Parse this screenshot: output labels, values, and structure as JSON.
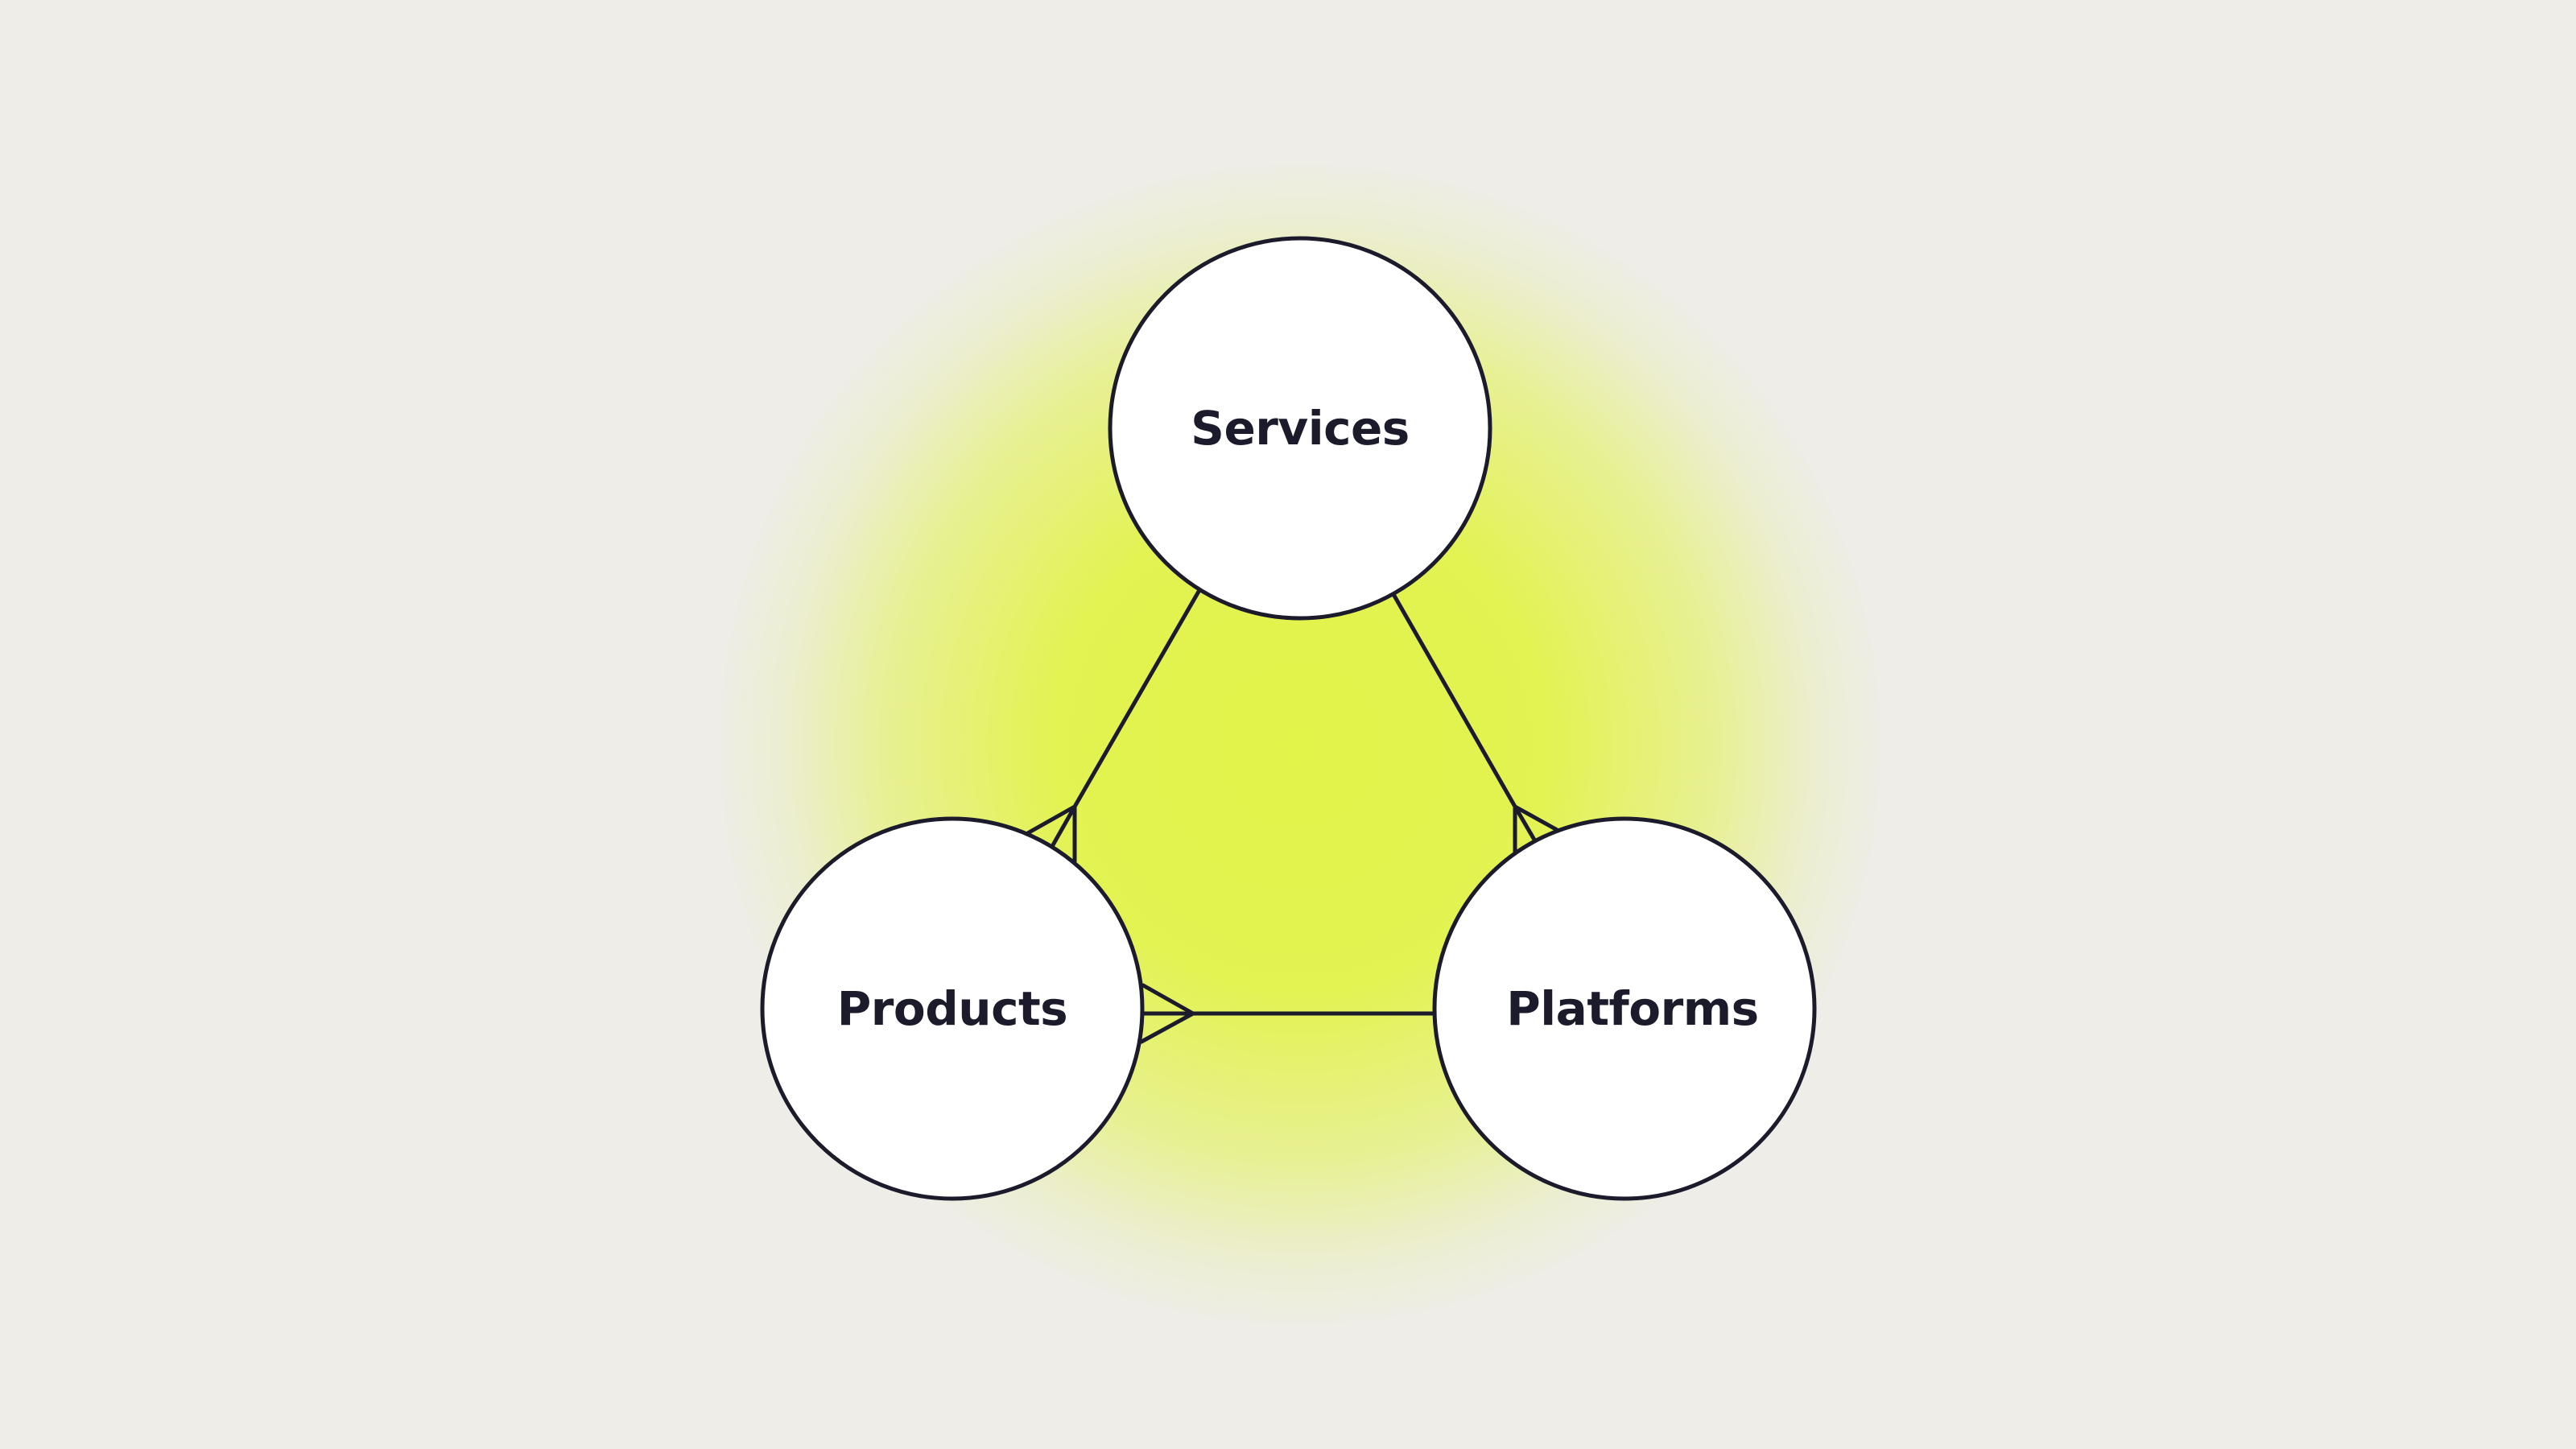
{
  "colors": {
    "background": "#eeede8",
    "glow": "#e2f34a",
    "stroke": "#1b1b2c",
    "node_fill": "#ffffff",
    "text": "#1b1b2c"
  },
  "nodes": {
    "services": {
      "label": "Services"
    },
    "products": {
      "label": "Products"
    },
    "platforms": {
      "label": "Platforms"
    }
  },
  "connections": [
    {
      "from": "Services",
      "to": "Products",
      "end": "crow-foot"
    },
    {
      "from": "Services",
      "to": "Platforms",
      "end": "crow-foot"
    },
    {
      "from": "Platforms",
      "to": "Products",
      "end": "crow-foot"
    }
  ]
}
